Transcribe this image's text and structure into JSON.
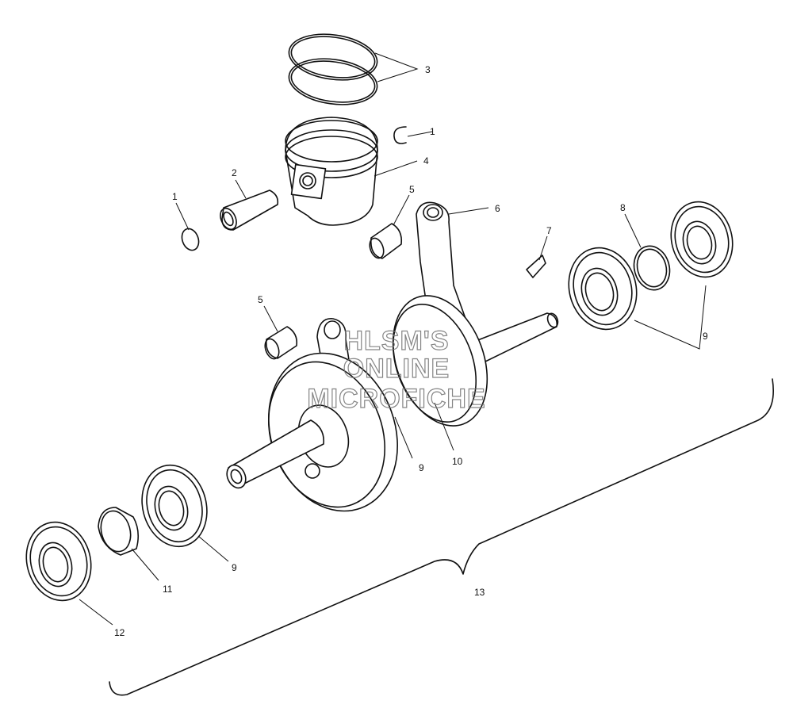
{
  "watermark": {
    "line1": "HLSM'S",
    "line2": "ONLINE",
    "line3": "MICROFICHE"
  },
  "callouts": {
    "c1_top": "1",
    "c1_left": "1",
    "c2": "2",
    "c3": "3",
    "c4": "4",
    "c5_top": "5",
    "c5_mid": "5",
    "c6": "6",
    "c7": "7",
    "c8": "8",
    "c9_right": "9",
    "c9_center": "9",
    "c9_bottom": "9",
    "c10": "10",
    "c11": "11",
    "c12": "12",
    "c13": "13"
  }
}
